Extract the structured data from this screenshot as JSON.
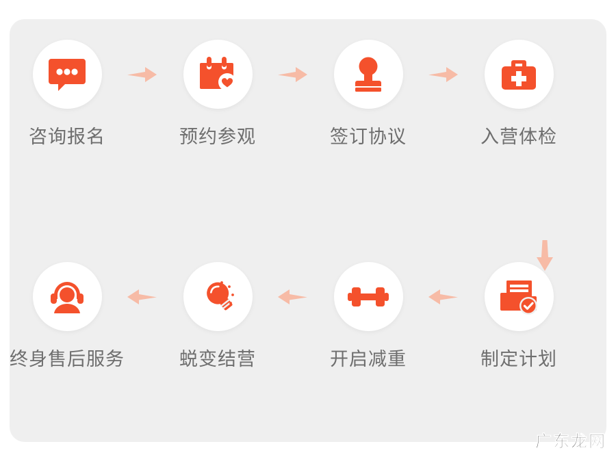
{
  "panel": {
    "background_color": "#efefef",
    "accent_color": "#f4512c",
    "arrow_color": "#f7bba6",
    "label_color": "#6e6e6e"
  },
  "flow": {
    "top_row": [
      {
        "label": "咨询报名",
        "icon": "chat-bubble-icon"
      },
      {
        "label": "预约参观",
        "icon": "calendar-heart-icon"
      },
      {
        "label": "签订协议",
        "icon": "stamp-icon"
      },
      {
        "label": "入营体检",
        "icon": "medical-kit-icon"
      }
    ],
    "bottom_row": [
      {
        "label": "终身售后服务",
        "icon": "headset-support-icon"
      },
      {
        "label": "蜕变结营",
        "icon": "light-bulb-icon"
      },
      {
        "label": "开启减重",
        "icon": "dumbbell-icon"
      },
      {
        "label": "制定计划",
        "icon": "document-check-icon"
      }
    ],
    "arrows": {
      "top_1": "arrow-right-icon",
      "top_2": "arrow-right-icon",
      "top_3": "arrow-right-icon",
      "down": "arrow-down-icon",
      "bottom_1": "arrow-left-icon",
      "bottom_2": "arrow-left-icon",
      "bottom_3": "arrow-left-icon"
    }
  },
  "watermark": {
    "text": "广东龙网"
  }
}
